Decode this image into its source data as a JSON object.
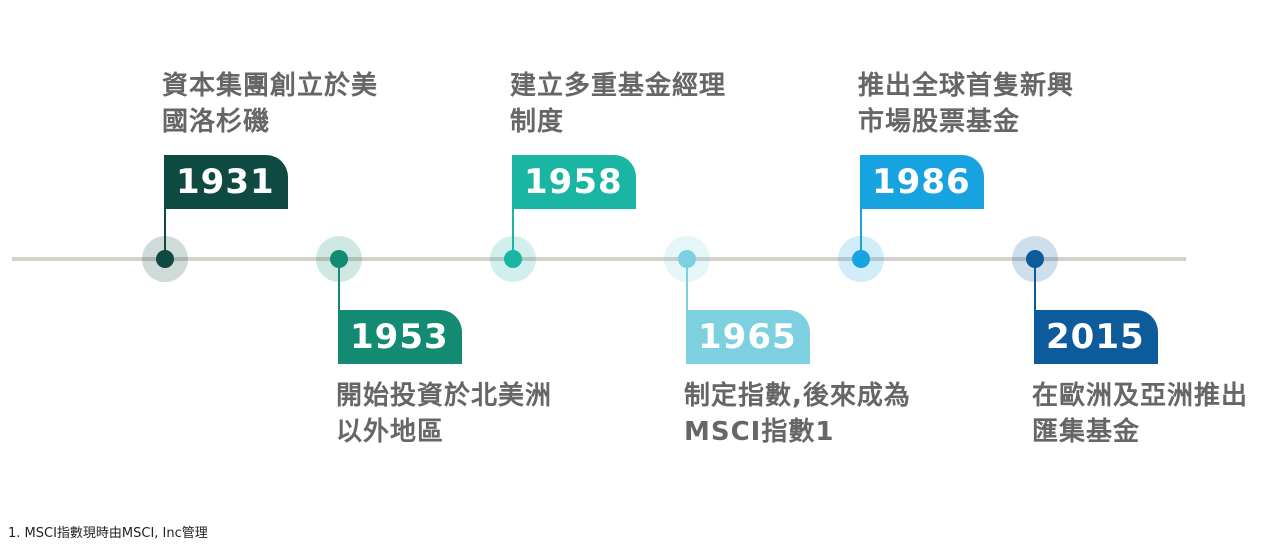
{
  "milestones": [
    {
      "year": "1931",
      "event": "資本集團創立於美國洛杉磯",
      "color": "#0f4a42",
      "side": "up"
    },
    {
      "year": "1953",
      "event": "開始投資於北美洲以外地區",
      "color": "#138a72",
      "side": "down"
    },
    {
      "year": "1958",
      "event": "建立多重基金經理制度",
      "color": "#1bb5a4",
      "side": "up"
    },
    {
      "year": "1965",
      "event": "制定指數,後來成為MSCI指數1",
      "color": "#7dd0e0",
      "side": "down"
    },
    {
      "year": "1986",
      "event": "推出全球首隻新興市場股票基金",
      "color": "#17a3e0",
      "side": "up"
    },
    {
      "year": "2015",
      "event": "在歐洲及亞洲推出匯集基金",
      "color": "#0d5b9a",
      "side": "down"
    }
  ],
  "footnote": "1. MSCI指數現時由MSCI, Inc管理"
}
